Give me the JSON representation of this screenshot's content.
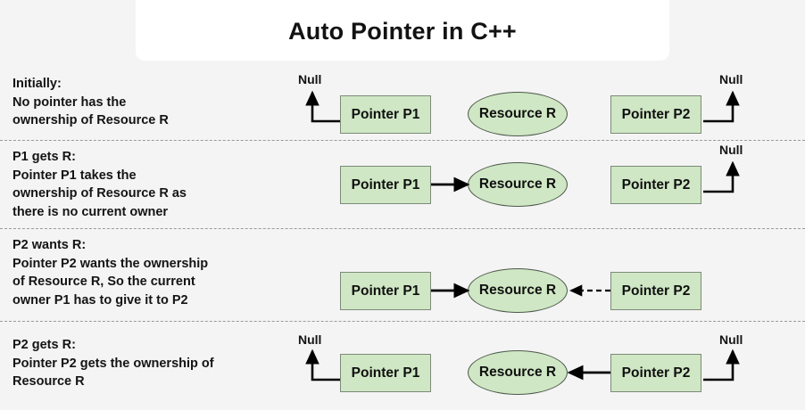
{
  "title": {
    "text": "Auto Pointer in C++"
  },
  "colors": {
    "background": "#f4f4f4",
    "card": "#ffffff",
    "node_fill": "#cfe7c4",
    "node_border": "#7d8a7a",
    "divider": "#9a9a9a",
    "text": "#121212"
  },
  "labels": {
    "pointer_p1": "Pointer P1",
    "pointer_p2": "Pointer P2",
    "resource_r": "Resource R",
    "null": "Null"
  },
  "steps": [
    {
      "id": "initially",
      "caption": "Initially:\nNo pointer has the\nownership of Resource R",
      "p1": "Pointer P1",
      "p2": "Pointer P2",
      "resource": "Resource R",
      "p1_null": "Null",
      "p2_null": "Null",
      "arrow_p1_to_r": "none",
      "arrow_p2_to_r": "none"
    },
    {
      "id": "p1-gets-r",
      "caption": "P1 gets R:\nPointer P1 takes the\nownership of Resource R as\nthere is no current owner",
      "p1": "Pointer P1",
      "p2": "Pointer P2",
      "resource": "Resource R",
      "p1_null": null,
      "p2_null": "Null",
      "arrow_p1_to_r": "solid",
      "arrow_p2_to_r": "none"
    },
    {
      "id": "p2-wants-r",
      "caption": "P2 wants R:\nPointer P2 wants the ownership\nof Resource R, So the current\nowner P1 has to give it to P2",
      "p1": "Pointer P1",
      "p2": "Pointer P2",
      "resource": "Resource R",
      "p1_null": null,
      "p2_null": null,
      "arrow_p1_to_r": "solid",
      "arrow_p2_to_r": "dashed"
    },
    {
      "id": "p2-gets-r",
      "caption": "P2 gets R:\nPointer P2 gets the ownership of\nResource R",
      "p1": "Pointer P1",
      "p2": "Pointer P2",
      "resource": "Resource R",
      "p1_null": "Null",
      "p2_null": "Null",
      "arrow_p1_to_r": "none",
      "arrow_p2_to_r": "solid"
    }
  ]
}
